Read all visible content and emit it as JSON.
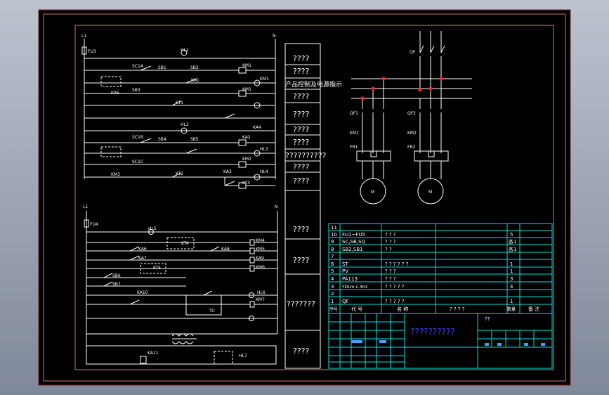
{
  "colors": {
    "canvas": "#000000",
    "line": "#ffffff",
    "border": "#c87878",
    "table": "#00e0e0",
    "title_text": "#4040ff",
    "node": "#ff2020",
    "mini_blue": "#40a0ff"
  },
  "panel": {
    "rows": [
      "????",
      "????",
      "????",
      "????",
      "????",
      "????",
      "??????????",
      "????",
      "????",
      "????",
      "????",
      "???????",
      "????"
    ],
    "header_text": "产品控制及电源指示"
  },
  "circuit": {
    "rail_left_label": "L1",
    "rail_right_label": "N",
    "fuse_label": "FU3",
    "lower_rail_left": "L1",
    "lower_rail_right": "N",
    "lower_fuse": "FU4",
    "top_labels": [
      "HL1",
      "SC1A",
      "SB1",
      "SB2",
      "KM1",
      "KM1",
      "SB3",
      "KA1",
      "KT1",
      "KM1",
      "HL2",
      "SC1B",
      "SB4",
      "SB5",
      "KA2",
      "HL3",
      "SC1C",
      "KT2",
      "KM2",
      "KA3",
      "KA4",
      "HL4",
      "KA5",
      "KT3",
      "KM3"
    ],
    "lower_labels": [
      "HL5",
      "KT4",
      "KA6",
      "KA7",
      "KM4",
      "KA8",
      "KM5",
      "KT5",
      "KA9",
      "KM6",
      "SB6",
      "SB7",
      "KA10",
      "KM7",
      "HL6",
      "TC",
      "KA11",
      "HL7"
    ]
  },
  "motors": {
    "top_labels": [
      "QF"
    ],
    "left": {
      "labels": [
        "QF1",
        "KM1",
        "FR1"
      ],
      "motor": "M"
    },
    "right": {
      "labels": [
        "QF2",
        "KM2",
        "FR2"
      ],
      "motor": "M"
    }
  },
  "bom": {
    "rows": [
      {
        "no": "11",
        "code": "",
        "name": "",
        "qty": ""
      },
      {
        "no": "10",
        "code": "FU1~FU5",
        "name": "? ? ?",
        "qty": "5"
      },
      {
        "no": "9",
        "code": "SC,SB,SQ",
        "name": "? ? ?",
        "qty": "各1"
      },
      {
        "no": "8",
        "code": "SB2,SB1",
        "name": "? ?",
        "qty": "各1"
      },
      {
        "no": "7",
        "code": "",
        "name": "",
        "qty": ""
      },
      {
        "no": "6",
        "code": "ST",
        "name": "? ? ? ? ? ?",
        "qty": "1"
      },
      {
        "no": "5",
        "code": "PV",
        "name": "? ? ?",
        "qty": "1"
      },
      {
        "no": "4",
        "code": "PA113",
        "name": "? ? ?",
        "qty": "3"
      },
      {
        "no": "3",
        "code": "YDLm-c.3Hz",
        "name": "? ? ? ? ?",
        "qty": "4"
      },
      {
        "no": "2",
        "code": "",
        "name": "",
        "qty": ""
      },
      {
        "no": "1",
        "code": "QF",
        "name": "? ? ? ? ?",
        "qty": "1"
      }
    ],
    "header": {
      "no": "序号",
      "code": "代 号",
      "name": "名 称",
      "spec": "? ? ? ?",
      "qty": "数量",
      "note": "备 注"
    },
    "title": "??????????",
    "title_note": "??"
  }
}
